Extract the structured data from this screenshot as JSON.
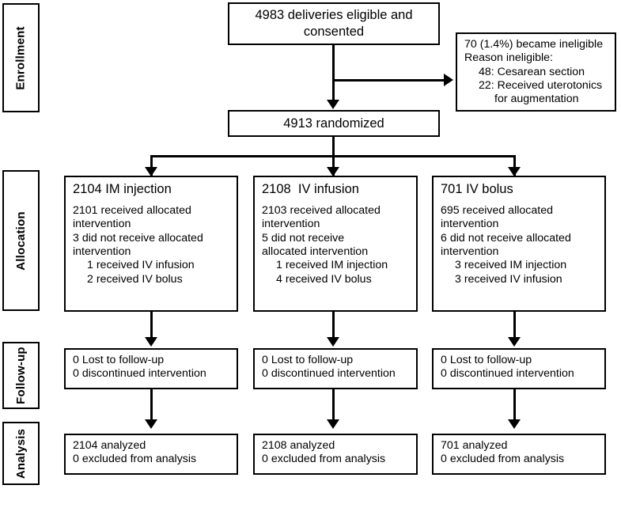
{
  "diagram": {
    "type": "consort-flow-diagram",
    "stages": [
      {
        "id": "enrollment",
        "label": "Enrollment"
      },
      {
        "id": "allocation",
        "label": "Allocation"
      },
      {
        "id": "followup",
        "label": "Follow-up"
      },
      {
        "id": "analysis",
        "label": "Analysis"
      }
    ],
    "enrollment": {
      "eligible_box": {
        "line1": "4983 deliveries eligible and",
        "line2": "consented"
      },
      "ineligible_box": {
        "line1": "70 (1.4%) became ineligible",
        "line2": "Reason ineligible:",
        "line3": "48: Cesarean section",
        "line4": "22: Received uterotonics",
        "line5": "for augmentation"
      },
      "randomized_box": {
        "line1": "4913 randomized"
      }
    },
    "arms": [
      {
        "id": "im-injection",
        "title": "2104 IM injection",
        "lines": [
          "2101 received allocated",
          "intervention",
          "3 did not receive allocated",
          "intervention"
        ],
        "sublines": [
          "1 received IV infusion",
          "2 received IV bolus"
        ],
        "followup": [
          "0 Lost to follow-up",
          "0 discontinued intervention"
        ],
        "analysis": [
          "2104 analyzed",
          "0 excluded from analysis"
        ]
      },
      {
        "id": "iv-infusion",
        "title": "2108  IV infusion",
        "lines": [
          "2103 received allocated",
          "intervention",
          "5 did not receive",
          "allocated intervention"
        ],
        "sublines": [
          "1 received IM injection",
          "4 received IV bolus"
        ],
        "followup": [
          "0 Lost to follow-up",
          "0 discontinued intervention"
        ],
        "analysis": [
          "2108 analyzed",
          "0 excluded from analysis"
        ]
      },
      {
        "id": "iv-bolus",
        "title": "701 IV bolus",
        "lines": [
          "695 received allocated",
          "intervention",
          "6 did not receive allocated",
          "intervention"
        ],
        "sublines": [
          "3 received IM injection",
          "3 received IV infusion"
        ],
        "followup": [
          "0 Lost to follow-up",
          "0 discontinued intervention"
        ],
        "analysis": [
          "701 analyzed",
          "0 excluded from analysis"
        ]
      }
    ],
    "colors": {
      "stroke": "#000000",
      "fill": "#ffffff",
      "text": "#000000"
    }
  }
}
